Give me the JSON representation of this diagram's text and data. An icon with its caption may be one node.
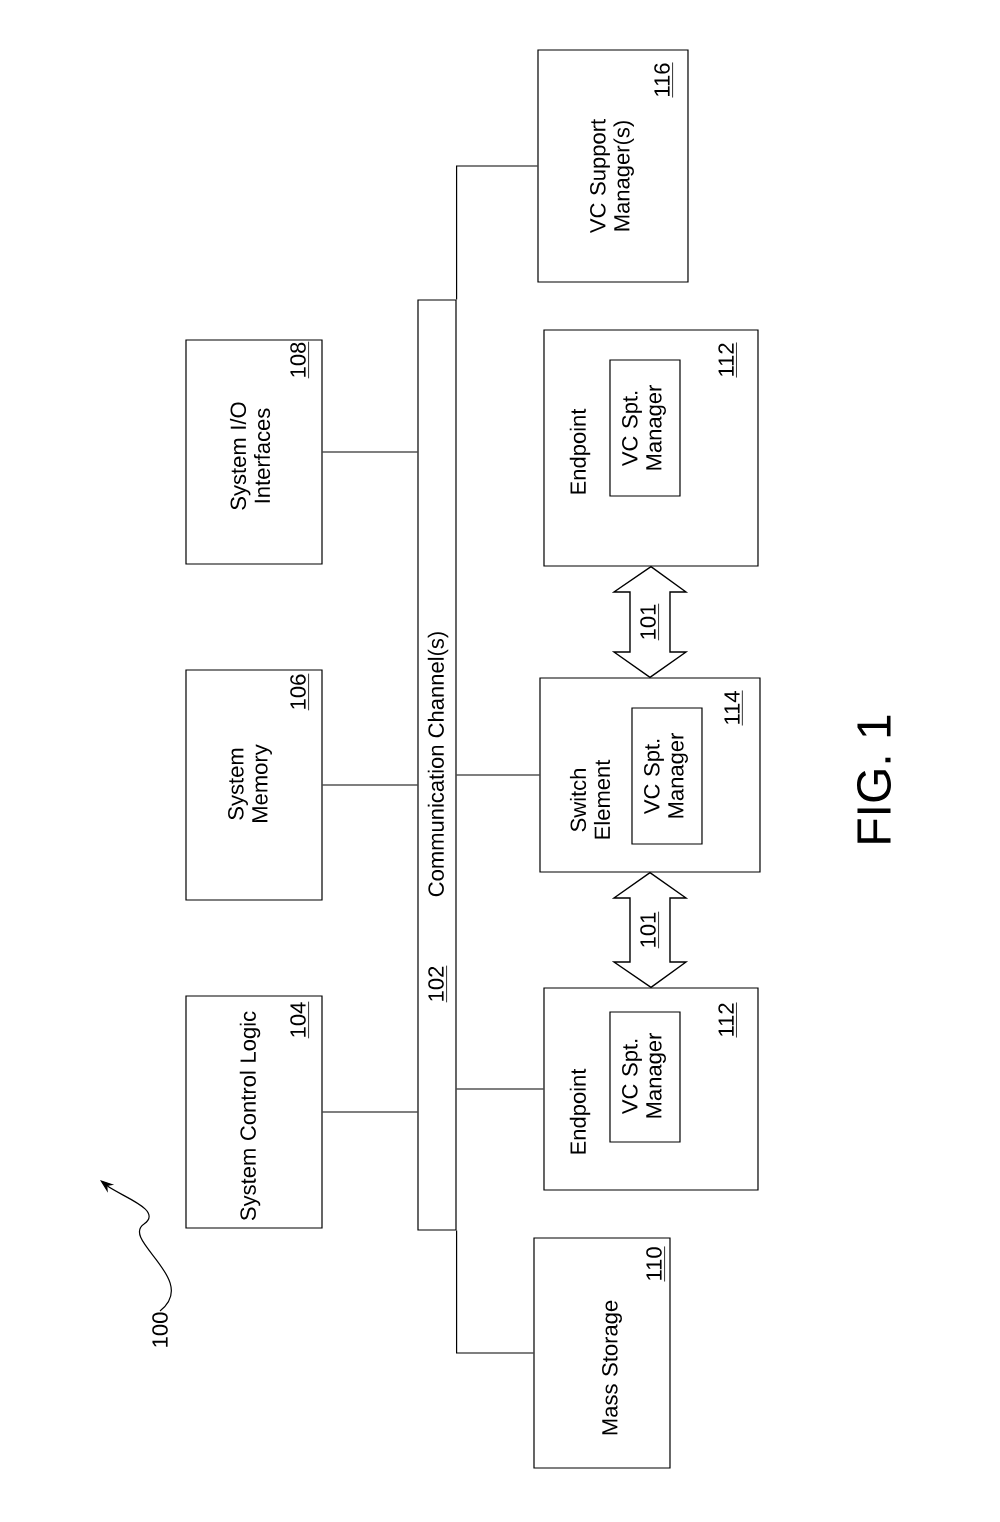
{
  "diagram": {
    "caption": "FIG. 1",
    "nodes": [
      {
        "text": [
          "102",
          "Communication Channel(s)"
        ]
      },
      {
        "text": [
          "System Control Logic",
          "104"
        ]
      },
      {
        "text": [
          "System Memory",
          "106"
        ]
      },
      {
        "text": [
          "System I/O Interfaces",
          "108"
        ]
      },
      {
        "text": [
          "Mass Storage",
          "110"
        ]
      },
      {
        "text": [
          "Endpoint",
          "112"
        ]
      },
      {
        "text": [
          "VC Spt. Manager"
        ],
        "in": 5
      },
      {
        "text": [
          "Switch Element",
          "114"
        ]
      },
      {
        "text": [
          "VC Spt. Manager"
        ],
        "in": 7
      },
      {
        "text": [
          "Endpoint",
          "112"
        ]
      },
      {
        "text": [
          "VC Spt. Manager"
        ],
        "in": 9
      },
      {
        "text": [
          "VC Support Manager(s)",
          "116"
        ]
      },
      {
        "text": [
          "100"
        ]
      }
    ],
    "edges": [
      {
        "from": 1,
        "to": 0,
        "arrow": "none"
      },
      {
        "from": 2,
        "to": 0,
        "arrow": "none"
      },
      {
        "from": 3,
        "to": 0,
        "arrow": "none"
      },
      {
        "from": 0,
        "to": 4,
        "arrow": "none"
      },
      {
        "from": 0,
        "to": 5,
        "arrow": "none"
      },
      {
        "from": 0,
        "to": 7,
        "arrow": "none"
      },
      {
        "from": 0,
        "to": 11,
        "arrow": "none"
      },
      {
        "from": 5,
        "to": 7,
        "arrow": "both",
        "label": "101"
      },
      {
        "from": 7,
        "to": 9,
        "arrow": "both",
        "label": "101"
      },
      {
        "from": 12,
        "to": null,
        "arrow": "to"
      }
    ]
  }
}
